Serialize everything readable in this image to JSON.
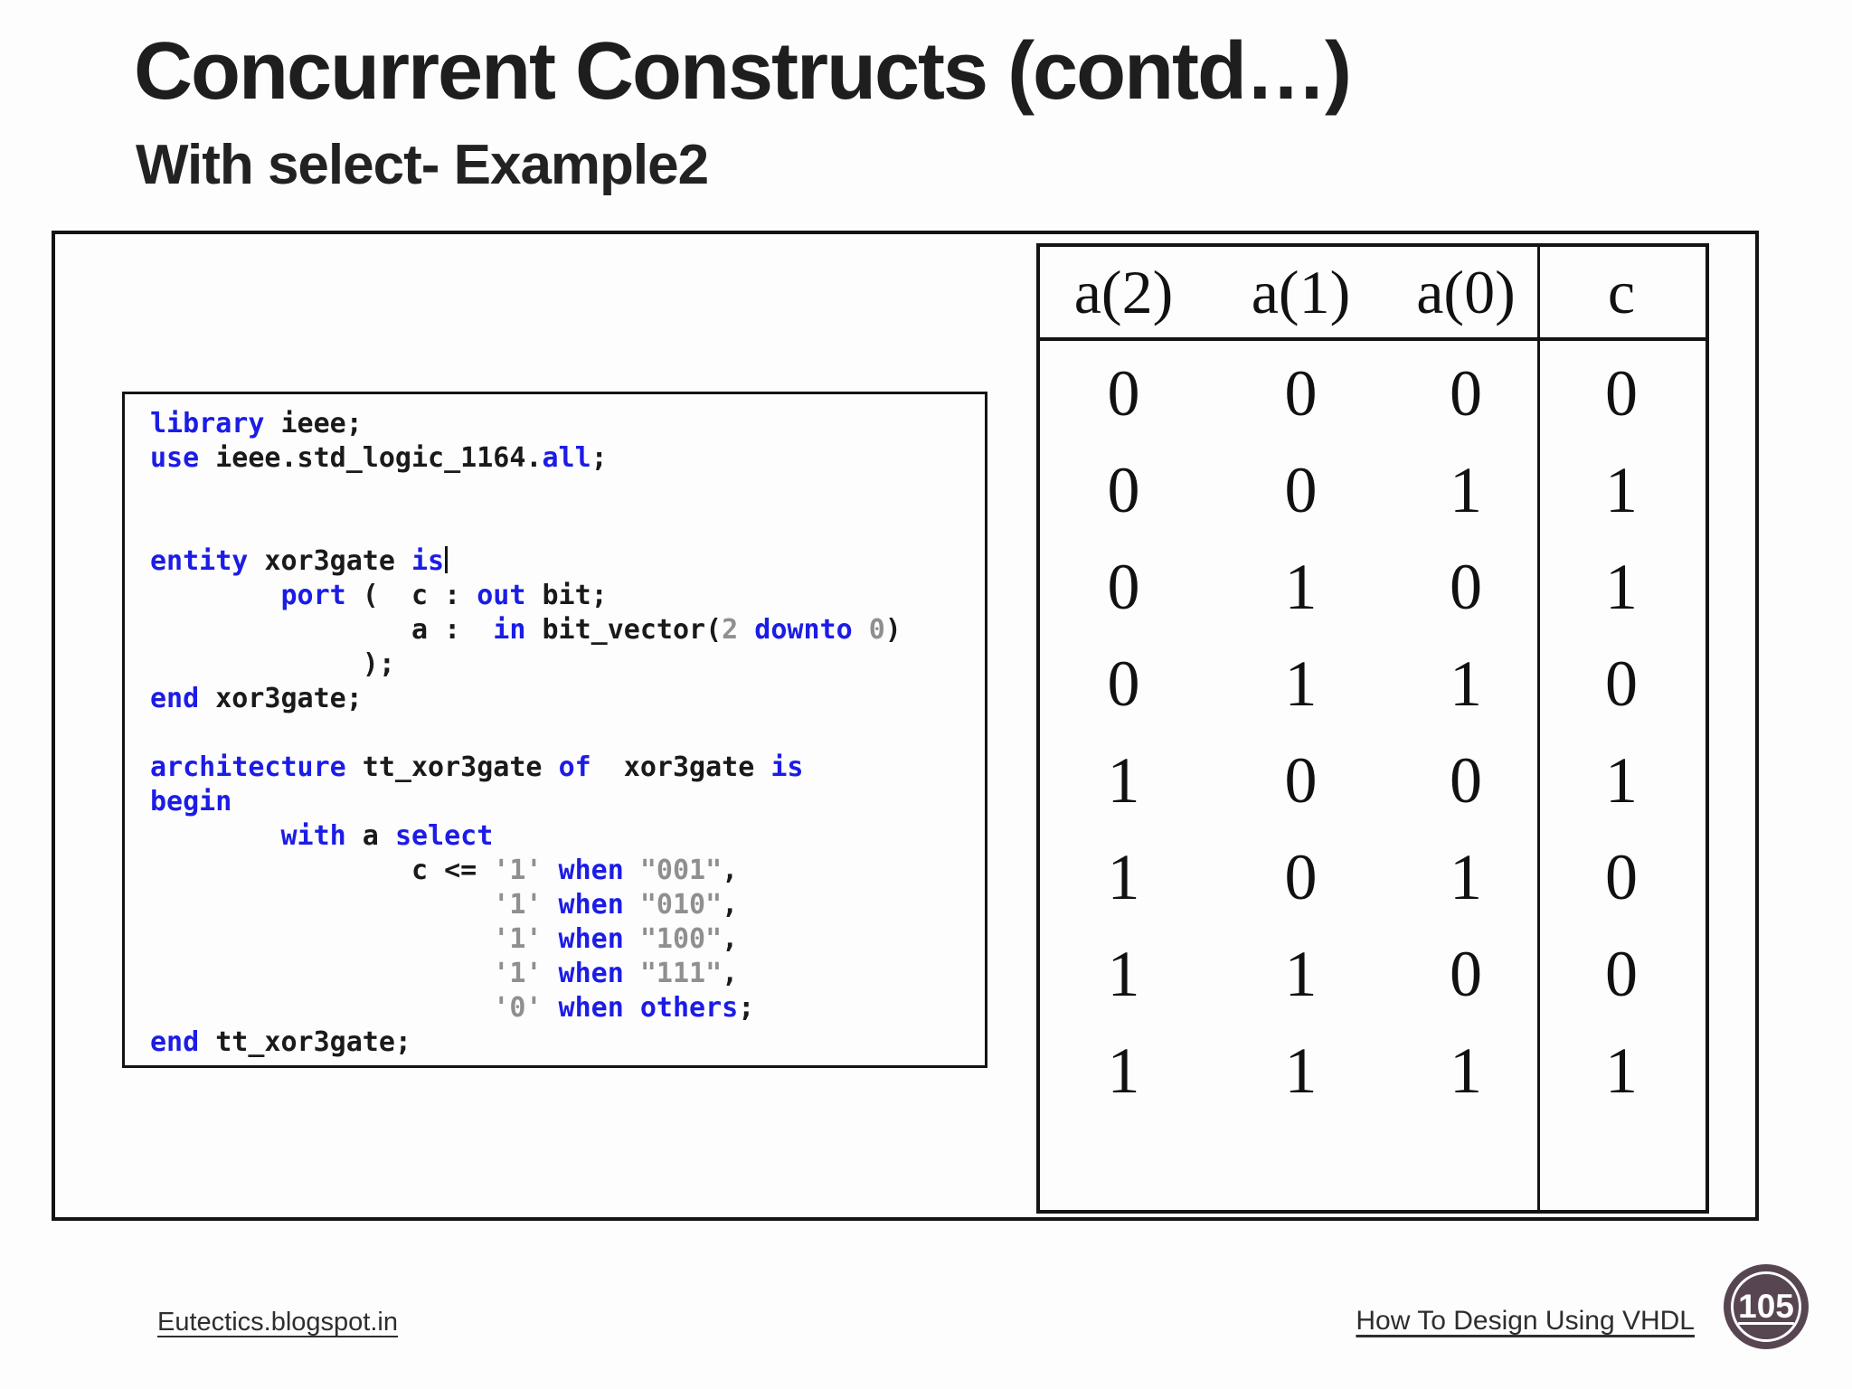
{
  "slide": {
    "title": "Concurrent Constructs (contd…)",
    "subtitle": "With select- Example2"
  },
  "code": {
    "lines": [
      [
        {
          "t": "library",
          "c": "k"
        },
        {
          "t": " ieee;",
          "c": "p"
        }
      ],
      [
        {
          "t": "use",
          "c": "k"
        },
        {
          "t": " ieee.std_logic_1164.",
          "c": "p"
        },
        {
          "t": "all",
          "c": "k"
        },
        {
          "t": ";",
          "c": "p"
        }
      ],
      [],
      [],
      [
        {
          "t": "entity",
          "c": "k"
        },
        {
          "t": " xor3gate ",
          "c": "p"
        },
        {
          "t": "is",
          "c": "k"
        },
        {
          "t": "",
          "c": "cursor"
        }
      ],
      [
        {
          "t": "        ",
          "c": "p"
        },
        {
          "t": "port",
          "c": "k"
        },
        {
          "t": " (  c : ",
          "c": "p"
        },
        {
          "t": "out",
          "c": "k"
        },
        {
          "t": " bit;",
          "c": "p"
        }
      ],
      [
        {
          "t": "                a :  ",
          "c": "p"
        },
        {
          "t": "in",
          "c": "k"
        },
        {
          "t": " bit_vector(",
          "c": "p"
        },
        {
          "t": "2",
          "c": "l"
        },
        {
          "t": " ",
          "c": "p"
        },
        {
          "t": "downto",
          "c": "k"
        },
        {
          "t": " ",
          "c": "p"
        },
        {
          "t": "0",
          "c": "l"
        },
        {
          "t": ")",
          "c": "p"
        }
      ],
      [
        {
          "t": "             );",
          "c": "p"
        }
      ],
      [
        {
          "t": "end",
          "c": "k"
        },
        {
          "t": " xor3gate;",
          "c": "p"
        }
      ],
      [],
      [
        {
          "t": "architecture",
          "c": "k"
        },
        {
          "t": " tt_xor3gate ",
          "c": "p"
        },
        {
          "t": "of",
          "c": "k"
        },
        {
          "t": "  xor3gate ",
          "c": "p"
        },
        {
          "t": "is",
          "c": "k"
        }
      ],
      [
        {
          "t": "begin",
          "c": "k"
        }
      ],
      [
        {
          "t": "        ",
          "c": "p"
        },
        {
          "t": "with",
          "c": "k"
        },
        {
          "t": " a ",
          "c": "p"
        },
        {
          "t": "select",
          "c": "k"
        }
      ],
      [
        {
          "t": "                c <= ",
          "c": "p"
        },
        {
          "t": "'1'",
          "c": "l"
        },
        {
          "t": " ",
          "c": "p"
        },
        {
          "t": "when",
          "c": "k"
        },
        {
          "t": " ",
          "c": "p"
        },
        {
          "t": "\"001\"",
          "c": "l"
        },
        {
          "t": ",",
          "c": "p"
        }
      ],
      [
        {
          "t": "                     ",
          "c": "p"
        },
        {
          "t": "'1'",
          "c": "l"
        },
        {
          "t": " ",
          "c": "p"
        },
        {
          "t": "when",
          "c": "k"
        },
        {
          "t": " ",
          "c": "p"
        },
        {
          "t": "\"010\"",
          "c": "l"
        },
        {
          "t": ",",
          "c": "p"
        }
      ],
      [
        {
          "t": "                     ",
          "c": "p"
        },
        {
          "t": "'1'",
          "c": "l"
        },
        {
          "t": " ",
          "c": "p"
        },
        {
          "t": "when",
          "c": "k"
        },
        {
          "t": " ",
          "c": "p"
        },
        {
          "t": "\"100\"",
          "c": "l"
        },
        {
          "t": ",",
          "c": "p"
        }
      ],
      [
        {
          "t": "                     ",
          "c": "p"
        },
        {
          "t": "'1'",
          "c": "l"
        },
        {
          "t": " ",
          "c": "p"
        },
        {
          "t": "when",
          "c": "k"
        },
        {
          "t": " ",
          "c": "p"
        },
        {
          "t": "\"111\"",
          "c": "l"
        },
        {
          "t": ",",
          "c": "p"
        }
      ],
      [
        {
          "t": "                     ",
          "c": "p"
        },
        {
          "t": "'0'",
          "c": "l"
        },
        {
          "t": " ",
          "c": "p"
        },
        {
          "t": "when",
          "c": "k"
        },
        {
          "t": " ",
          "c": "p"
        },
        {
          "t": "others",
          "c": "k"
        },
        {
          "t": ";",
          "c": "p"
        }
      ],
      [
        {
          "t": "end",
          "c": "k"
        },
        {
          "t": " tt_xor3gate;",
          "c": "p"
        }
      ]
    ]
  },
  "truth_table": {
    "headers": [
      "a(2)",
      "a(1)",
      "a(0)",
      "c"
    ],
    "rows": [
      [
        "0",
        "0",
        "0",
        "0"
      ],
      [
        "0",
        "0",
        "1",
        "1"
      ],
      [
        "0",
        "1",
        "0",
        "1"
      ],
      [
        "0",
        "1",
        "1",
        "0"
      ],
      [
        "1",
        "0",
        "0",
        "1"
      ],
      [
        "1",
        "0",
        "1",
        "0"
      ],
      [
        "1",
        "1",
        "0",
        "0"
      ],
      [
        "1",
        "1",
        "1",
        "1"
      ]
    ]
  },
  "footer": {
    "left_link": "Eutectics.blogspot.in",
    "right_link": "How To Design Using VHDL",
    "page_number": "105"
  },
  "colors": {
    "keyword_blue": "#1c1ce6",
    "literal_gray": "#8f8f8f",
    "code_text": "#1a1a1a",
    "badge_plum": "#574651",
    "border_black": "#141414"
  }
}
